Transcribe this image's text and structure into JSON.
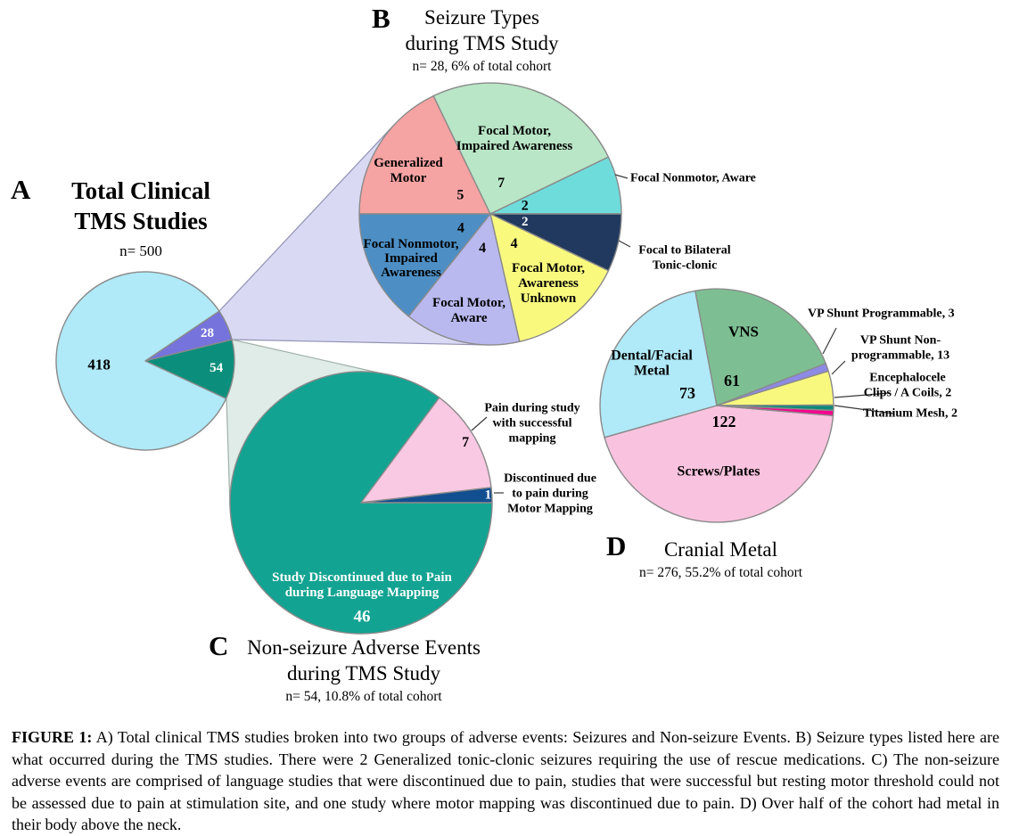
{
  "figure": {
    "panels": {
      "A": {
        "letter": "A",
        "title_line1": "Total Clinical",
        "title_line2": "TMS Studies",
        "subtitle": "n= 500"
      },
      "B": {
        "letter": "B",
        "title_line1": "Seizure Types",
        "title_line2": "during TMS Study",
        "subtitle": "n= 28, 6% of total cohort"
      },
      "C": {
        "letter": "C",
        "title_line1": "Non-seizure Adverse Events",
        "title_line2": "during TMS Study",
        "subtitle": "n= 54, 10.8% of total cohort"
      },
      "D": {
        "letter": "D",
        "title_line1": "Cranial Metal",
        "title_line2": "",
        "subtitle": "n= 276, 55.2% of total cohort"
      }
    },
    "caption": {
      "label": "FIGURE 1:",
      "text": "A) Total clinical TMS studies broken into two groups of adverse events: Seizures and Non-seizure Events. B) Seizure types listed here are what occurred during the TMS studies. There were 2 Generalized tonic-clonic seizures requiring the use of rescue medications. C) The non-seizure adverse events are comprised of language studies that were discontinued due to pain, studies that were successful but resting motor threshold could not be assessed due to pain at stimulation site, and one study where motor mapping was discontinued due to pain. D) Over half of the cohort had metal in their body above the neck."
    }
  },
  "chart_data": [
    {
      "id": "A",
      "type": "pie",
      "title": "Total Clinical TMS Studies",
      "subtitle": "n= 500",
      "total": 500,
      "slices": [
        {
          "label": "Seizures during TMS Study",
          "label_lines": [],
          "value": 28,
          "color": "#7673dc",
          "number_color": "#ffffff"
        },
        {
          "label": "Non-seizure Adverse Events",
          "label_lines": [],
          "value": 54,
          "color": "#0b8f7c",
          "number_color": "#ffffff"
        },
        {
          "label": "",
          "label_lines": [],
          "value": 418,
          "color": "#b0e9f7",
          "number_color": "#000000"
        }
      ]
    },
    {
      "id": "B",
      "type": "pie",
      "title": "Seizure Types during TMS Study",
      "subtitle": "n= 28, 6% of total cohort",
      "total": 28,
      "slices": [
        {
          "label": "Generalized Motor",
          "label_lines": [
            "Generalized",
            "Motor"
          ],
          "value": 5,
          "color": "#f6a3a3"
        },
        {
          "label": "Focal Motor, Impaired Awareness",
          "label_lines": [
            "Focal Motor,",
            "Impaired Awareness"
          ],
          "value": 7,
          "color": "#b9e6c6"
        },
        {
          "label": "Focal Nonmotor, Aware",
          "label_lines": [
            "Focal Nonmotor, Aware"
          ],
          "value": 2,
          "color": "#6fdcdc"
        },
        {
          "label": "Focal to Bilateral Tonic-clonic",
          "label_lines": [
            "Focal to Bilateral",
            "Tonic-clonic"
          ],
          "value": 2,
          "color": "#21395e",
          "number_color": "#ffffff"
        },
        {
          "label": "Focal Motor, Awareness Unknown",
          "label_lines": [
            "Focal Motor,",
            "Awareness",
            "Unknown"
          ],
          "value": 4,
          "color": "#f9f97e"
        },
        {
          "label": "Focal Motor, Aware",
          "label_lines": [
            "Focal Motor,",
            "Aware"
          ],
          "value": 4,
          "color": "#b9b9ef"
        },
        {
          "label": "Focal Nonmotor, Impaired Awareness",
          "label_lines": [
            "Focal Nonmotor,",
            "Impaired",
            "Awareness"
          ],
          "value": 4,
          "color": "#4d8fc5"
        }
      ]
    },
    {
      "id": "C",
      "type": "pie",
      "title": "Non-seizure Adverse Events during TMS Study",
      "subtitle": "n= 54, 10.8% of total cohort",
      "total": 54,
      "slices": [
        {
          "label": "Study Discontinued due to Pain during Language Mapping",
          "label_lines": [
            "Study Discontinued due to Pain",
            "during Language Mapping"
          ],
          "value": 46,
          "color": "#13a392",
          "number_color": "#ffffff",
          "label_color": "#ffffff"
        },
        {
          "label": "Pain during study with successful mapping",
          "label_lines": [
            "Pain during study",
            "with successful",
            "mapping"
          ],
          "value": 7,
          "color": "#f9c8e3"
        },
        {
          "label": "Discontinued due to pain during Motor Mapping",
          "label_lines": [
            "Discontinued due",
            "to pain during",
            "Motor Mapping"
          ],
          "value": 1,
          "color": "#124f90",
          "number_color": "#ffffff"
        }
      ]
    },
    {
      "id": "D",
      "type": "pie",
      "title": "Cranial Metal",
      "subtitle": "n= 276, 55.2% of total cohort",
      "total": 276,
      "slices": [
        {
          "label": "Screws/Plates",
          "label_lines": [
            "Screws/Plates"
          ],
          "value": 122,
          "color": "#f9c3df"
        },
        {
          "label": "Dental/Facial Metal",
          "label_lines": [
            "Dental/Facial",
            "Metal"
          ],
          "value": 73,
          "color": "#b0e9f7"
        },
        {
          "label": "VNS",
          "label_lines": [
            "VNS"
          ],
          "value": 61,
          "color": "#7dbf93"
        },
        {
          "label": "VP Shunt Programmable",
          "label_lines": [
            "VP Shunt Programmable, 3"
          ],
          "value": 3,
          "color": "#8d8ae5"
        },
        {
          "label": "VP Shunt Non-programmable",
          "label_lines": [
            "VP Shunt Non-",
            "programmable, 13"
          ],
          "value": 13,
          "color": "#f9f87e"
        },
        {
          "label": "Encephalocele Clips / A Coils",
          "label_lines": [
            "Encephalocele",
            "Clips / A Coils, 2"
          ],
          "value": 2,
          "color": "#0d8a78"
        },
        {
          "label": "Titanium Mesh",
          "label_lines": [
            "Titanium Mesh, 2"
          ],
          "value": 2,
          "color": "#f5058f"
        }
      ]
    }
  ]
}
